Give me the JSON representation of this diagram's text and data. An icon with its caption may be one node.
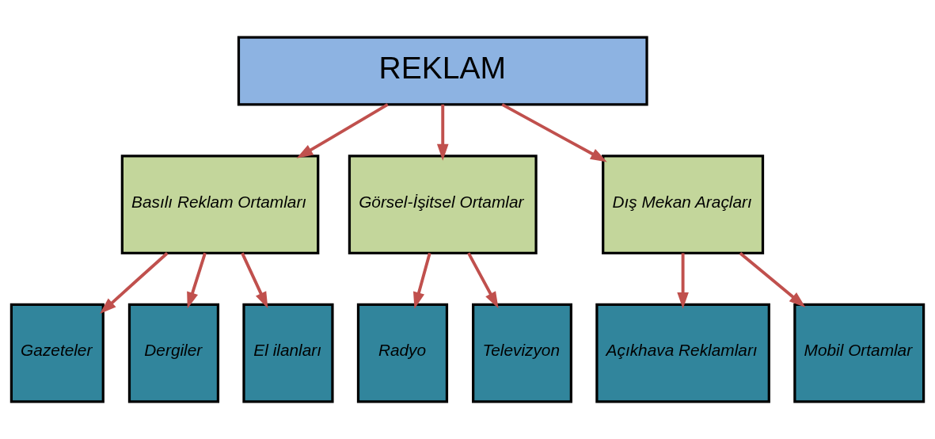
{
  "diagram": {
    "nodes": [
      {
        "text": [
          "REKLAM"
        ]
      },
      {
        "text": [
          "Basılı Reklam Ortamları"
        ]
      },
      {
        "text": [
          "Görsel-İşitsel Ortamlar"
        ]
      },
      {
        "text": [
          "Dış Mekan Araçları"
        ]
      },
      {
        "text": [
          "Gazeteler"
        ]
      },
      {
        "text": [
          "Dergiler"
        ]
      },
      {
        "text": [
          "El ilanları"
        ]
      },
      {
        "text": [
          "Radyo"
        ]
      },
      {
        "text": [
          "Televizyon"
        ]
      },
      {
        "text": [
          "Açıkhava Reklamları"
        ]
      },
      {
        "text": [
          "Mobil Ortamlar"
        ]
      }
    ],
    "edges": [
      {
        "from": 0,
        "to": 1,
        "arrow": "to"
      },
      {
        "from": 0,
        "to": 2,
        "arrow": "to"
      },
      {
        "from": 0,
        "to": 3,
        "arrow": "to"
      },
      {
        "from": 1,
        "to": 4,
        "arrow": "to"
      },
      {
        "from": 1,
        "to": 5,
        "arrow": "to"
      },
      {
        "from": 1,
        "to": 6,
        "arrow": "to"
      },
      {
        "from": 2,
        "to": 7,
        "arrow": "to"
      },
      {
        "from": 2,
        "to": 8,
        "arrow": "to"
      },
      {
        "from": 3,
        "to": 9,
        "arrow": "to"
      },
      {
        "from": 3,
        "to": 10,
        "arrow": "to"
      }
    ]
  }
}
